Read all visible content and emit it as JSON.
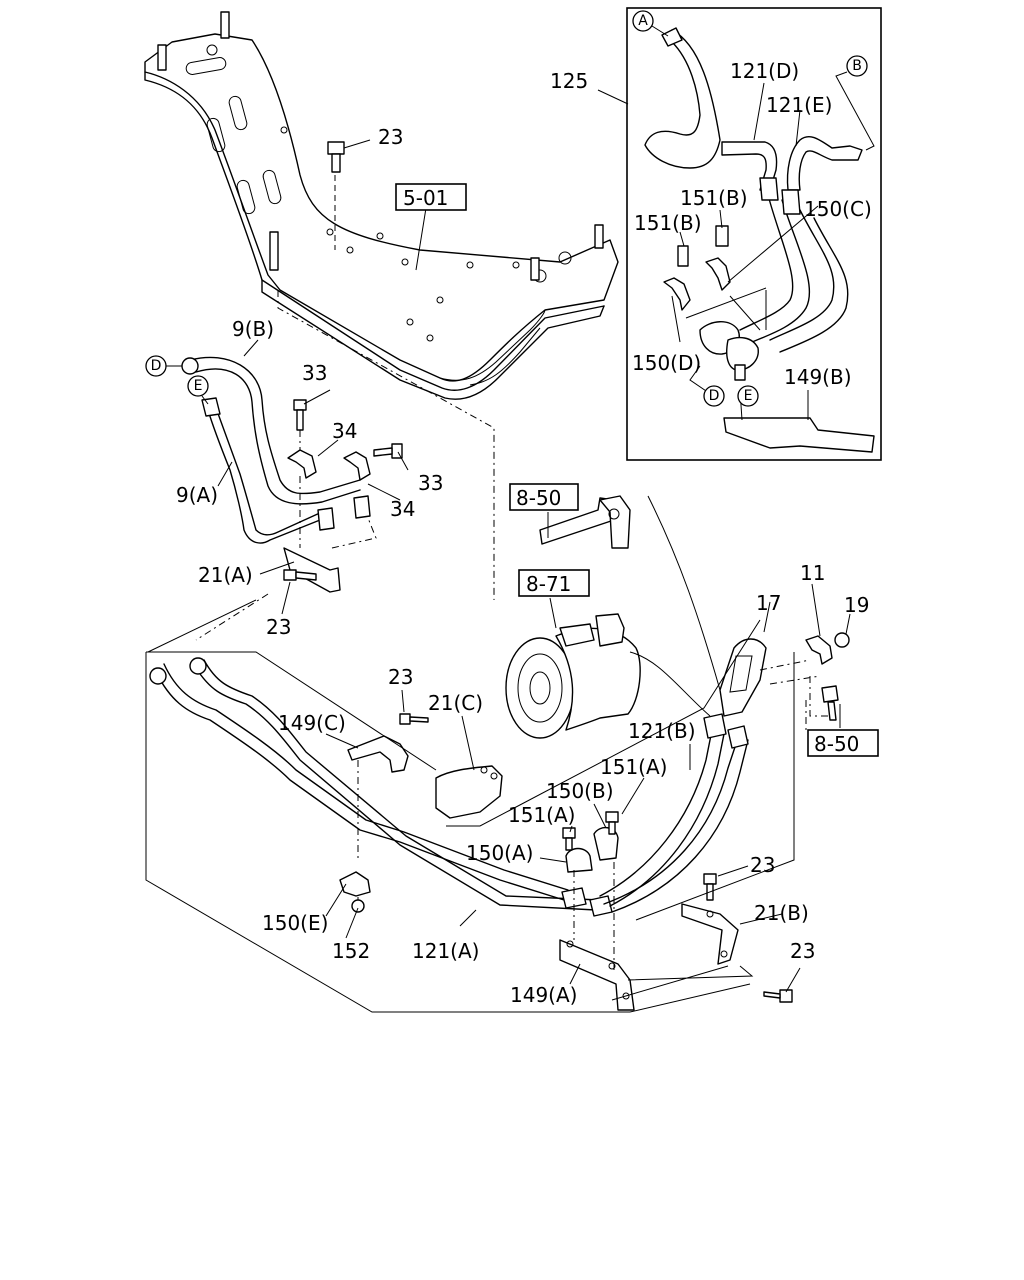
{
  "labels": {
    "l23_a": "23",
    "l5_01": "5-01",
    "l9b": "9(B)",
    "l33_a": "33",
    "l34_a": "34",
    "l33_b": "33",
    "l9a": "9(A)",
    "l34_b": "34",
    "l21a": "21(A)",
    "l23_b": "23",
    "l125": "125",
    "l121d": "121(D)",
    "l121e": "121(E)",
    "l151b_1": "151(B)",
    "l151b_2": "151(B)",
    "l150c": "150(C)",
    "l150d": "150(D)",
    "l149b": "149(B)",
    "l8_50_a": "8-50",
    "l8_71": "8-71",
    "l11": "11",
    "l17": "17",
    "l19": "19",
    "l8_50_b": "8-50",
    "l23_c": "23",
    "l21c": "21(C)",
    "l149c": "149(C)",
    "l121b": "121(B)",
    "l151a_1": "151(A)",
    "l150b": "150(B)",
    "l151a_2": "151(A)",
    "l150a": "150(A)",
    "l23_d": "23",
    "l21b": "21(B)",
    "l150e": "150(E)",
    "l152": "152",
    "l121a": "121(A)",
    "l23_e": "23",
    "l149a": "149(A)"
  },
  "markers": {
    "A": "A",
    "B": "B",
    "D_main": "D",
    "E_main": "E",
    "D_inset": "D",
    "E_inset": "E"
  }
}
